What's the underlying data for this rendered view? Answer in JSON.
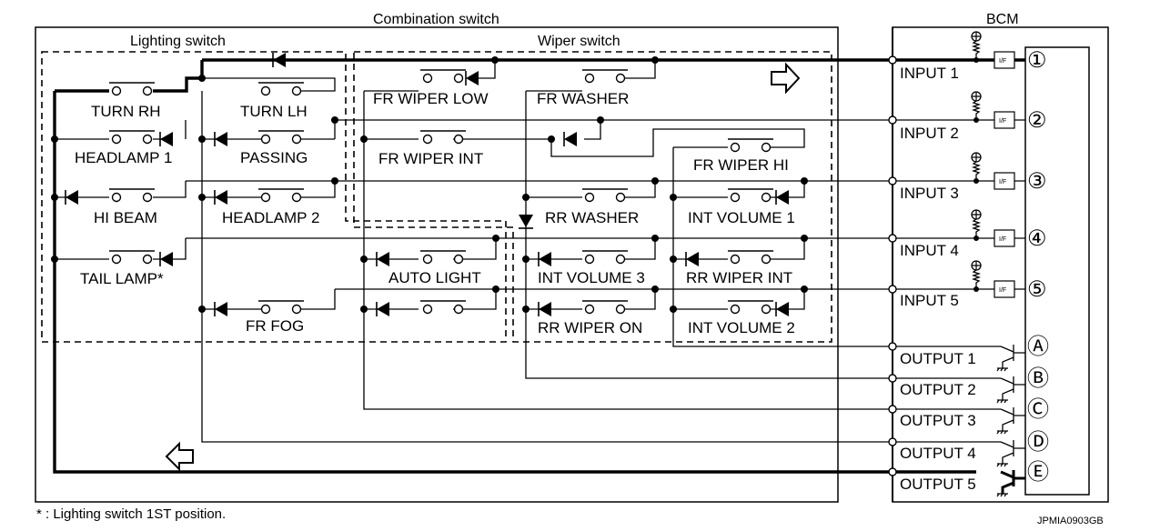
{
  "diagram": {
    "title": "Combination switch",
    "groups": {
      "lighting": "Lighting switch",
      "wiper": "Wiper switch",
      "bcm": "BCM"
    },
    "lighting_switches": [
      "TURN RH",
      "TURN LH",
      "HEADLAMP 1",
      "PASSING",
      "HI BEAM",
      "HEADLAMP 2",
      "TAIL LAMP*",
      "FR FOG"
    ],
    "wiper_switches": [
      "FR WIPER LOW",
      "FR WASHER",
      "FR WIPER INT",
      "FR WIPER HI",
      "RR WASHER",
      "INT VOLUME 1",
      "AUTO LIGHT",
      "INT VOLUME 3",
      "RR WIPER INT",
      "RR WIPER ON",
      "INT VOLUME 2"
    ],
    "bcm_inputs": [
      {
        "label": "INPUT 1",
        "terminal": "①",
        "interface": "I/F"
      },
      {
        "label": "INPUT 2",
        "terminal": "②",
        "interface": "I/F"
      },
      {
        "label": "INPUT 3",
        "terminal": "③",
        "interface": "I/F"
      },
      {
        "label": "INPUT 4",
        "terminal": "④",
        "interface": "I/F"
      },
      {
        "label": "INPUT 5",
        "terminal": "⑤",
        "interface": "I/F"
      }
    ],
    "bcm_outputs": [
      {
        "label": "OUTPUT 1",
        "terminal": "Ⓐ"
      },
      {
        "label": "OUTPUT 2",
        "terminal": "Ⓑ"
      },
      {
        "label": "OUTPUT 3",
        "terminal": "Ⓒ"
      },
      {
        "label": "OUTPUT 4",
        "terminal": "Ⓓ"
      },
      {
        "label": "OUTPUT 5",
        "terminal": "Ⓔ"
      }
    ],
    "footnote": "* : Lighting switch 1ST position.",
    "figure_code": "JPMIA0903GB",
    "icons": {
      "signal_right": "arrow-right-outline",
      "signal_left": "arrow-left-outline",
      "power": "plus-circle"
    }
  }
}
